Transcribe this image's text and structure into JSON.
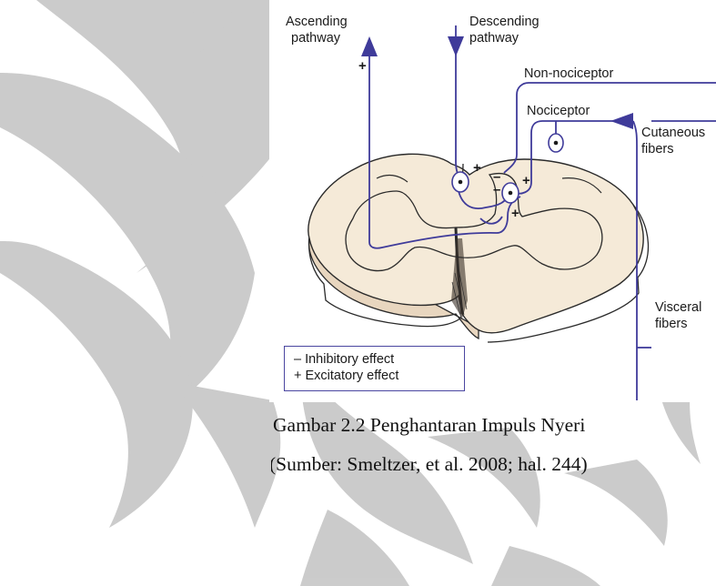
{
  "colors": {
    "watermark": "#c9c9c9",
    "pathway": "#3f3b9a",
    "cord": "#f5ead8",
    "cord_outline": "#2a2a2a"
  },
  "labels": {
    "ascending": [
      "Ascending",
      "pathway"
    ],
    "descending": [
      "Descending",
      "pathway"
    ],
    "non_nociceptor": "Non-nociceptor",
    "nociceptor": "Nociceptor",
    "cutaneous": [
      "Cutaneous",
      "fibers"
    ],
    "visceral": [
      "Visceral",
      "fibers"
    ],
    "plus": "+",
    "minus": "–"
  },
  "legend": {
    "inhibitory": "– Inhibitory effect",
    "excitatory": "+ Excitatory effect"
  },
  "caption": {
    "line1": "Gambar 2.2 Penghantaran Impuls Nyeri",
    "line2": "(Sumber: Smeltzer, et al. 2008; hal. 244)"
  }
}
